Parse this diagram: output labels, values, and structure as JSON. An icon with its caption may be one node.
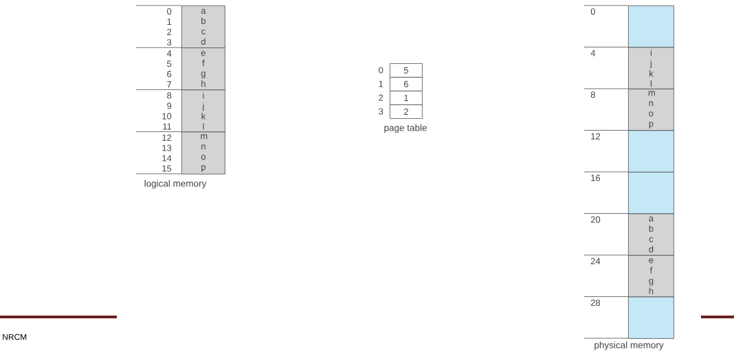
{
  "diagram": {
    "nodes": [
      {
        "text": [
          "a b c d"
        ],
        "beside": [
          "0",
          "1",
          "2",
          "3"
        ]
      },
      {
        "text": [
          "e f g h"
        ],
        "beside": [
          "4",
          "5",
          "6",
          "7"
        ]
      },
      {
        "text": [
          "i j k l"
        ],
        "beside": [
          "8",
          "9",
          "10",
          "11"
        ]
      },
      {
        "text": [
          "m n o p"
        ],
        "beside": [
          "12",
          "13",
          "14",
          "15"
        ]
      },
      {
        "text": [
          "5"
        ],
        "beside": [
          "0"
        ]
      },
      {
        "text": [
          "6"
        ],
        "beside": [
          "1"
        ]
      },
      {
        "text": [
          "1"
        ],
        "beside": [
          "2"
        ]
      },
      {
        "text": [
          "2"
        ],
        "beside": [
          "3"
        ]
      },
      {
        "text": [],
        "shape": "box",
        "beside": [
          "0"
        ]
      },
      {
        "text": [
          "i j k l"
        ],
        "beside": [
          "4"
        ]
      },
      {
        "text": [
          "m n o p"
        ],
        "beside": [
          "8"
        ]
      },
      {
        "text": [],
        "shape": "box",
        "beside": [
          "12"
        ]
      },
      {
        "text": [],
        "shape": "box",
        "beside": [
          "16"
        ]
      },
      {
        "text": [
          "a b c d"
        ],
        "beside": [
          "20"
        ]
      },
      {
        "text": [
          "e f g h"
        ],
        "beside": [
          "24"
        ]
      },
      {
        "text": [],
        "shape": "box",
        "beside": [
          "28"
        ]
      }
    ],
    "edges": [],
    "labels": [
      "logical memory",
      "page table",
      "physical memory",
      "NRCM"
    ]
  }
}
